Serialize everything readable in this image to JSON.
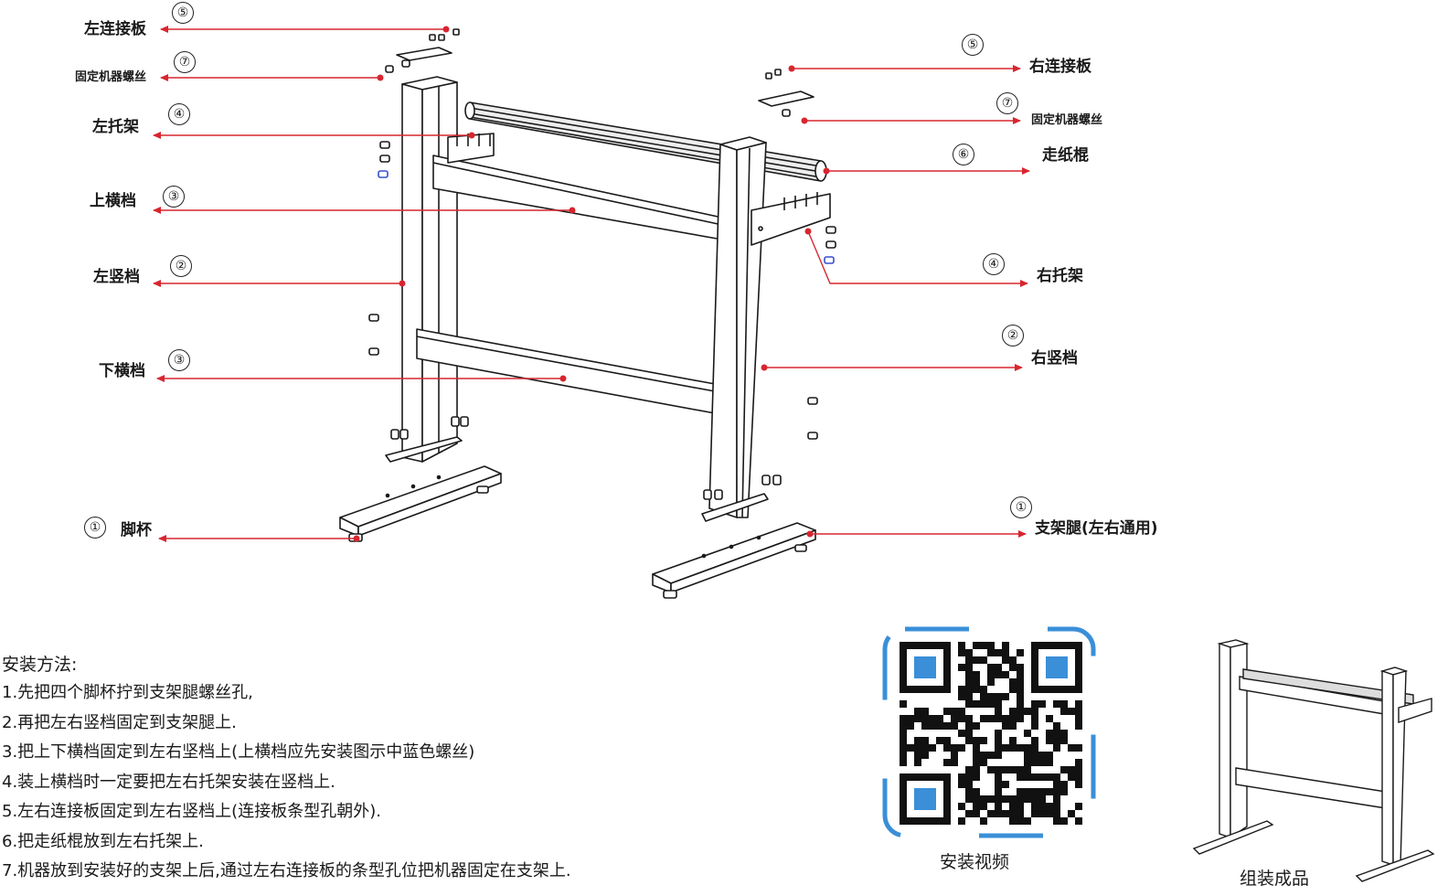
{
  "callouts": {
    "c1": {
      "num": "⑤",
      "label": "左连接板"
    },
    "c2": {
      "num": "⑦",
      "label": "固定机器螺丝"
    },
    "c3": {
      "num": "④",
      "label": "左托架"
    },
    "c4": {
      "num": "③",
      "label": "上横档"
    },
    "c5": {
      "num": "②",
      "label": "左竖档"
    },
    "c6": {
      "num": "③",
      "label": "下横档"
    },
    "c7": {
      "num": "①",
      "label": "脚杯"
    },
    "c8": {
      "num": "⑤",
      "label": "右连接板"
    },
    "c9": {
      "num": "⑦",
      "label": "固定机器螺丝"
    },
    "c10": {
      "num": "⑥",
      "label": "走纸棍"
    },
    "c11": {
      "num": "④",
      "label": "右托架"
    },
    "c12": {
      "num": "②",
      "label": "右竖档"
    },
    "c13": {
      "num": "①",
      "label": "支架腿(左右通用)"
    }
  },
  "instructions": {
    "title": "安装方法:",
    "steps": [
      "1.先把四个脚杯拧到支架腿螺丝孔,",
      "2.再把左右竖档固定到支架腿上.",
      "3.把上下横档固定到左右坚档上(上横档应先安装图示中蓝色螺丝)",
      "4.装上横档时一定要把左右托架安装在竖档上.",
      "5.左右连接板固定到左右竖档上(连接板条型孔朝外).",
      "6.把走纸棍放到左右托架上.",
      "7.机器放到安装好的支架上后,通过左右连接板的条型孔位把机器固定在支架上."
    ]
  },
  "qr": {
    "caption": "安装视频",
    "accent": "#3a8fd8"
  },
  "finished": {
    "caption": "组装成品"
  },
  "colors": {
    "arrow": "#d7262f",
    "line": "#1a1a1a",
    "screw_blue": "#3a4fd0"
  }
}
